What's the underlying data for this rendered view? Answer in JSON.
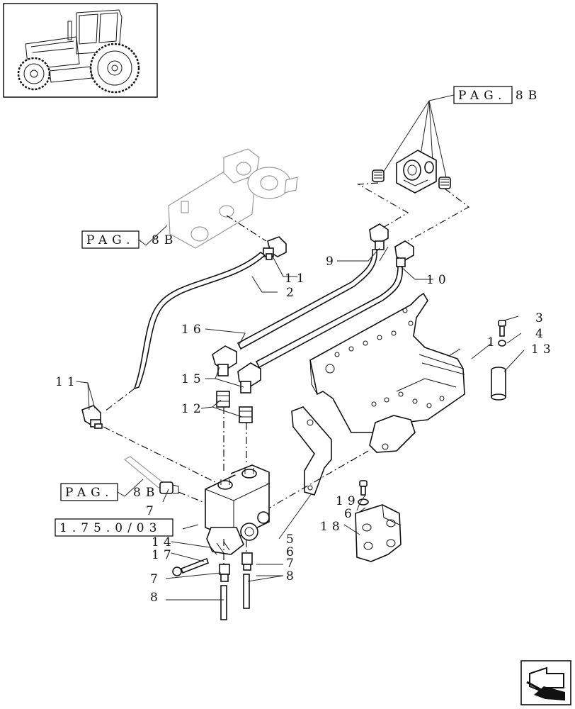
{
  "refs": {
    "pag_top": "PAG. 8B",
    "pag_left": "PAG.",
    "pag_left_suffix": "8B",
    "pag_lower": "PAG.",
    "pag_lower_suffix": "8B",
    "group_ref": "1.75.0/03"
  },
  "labels": {
    "p1": "1",
    "p2": "2",
    "p3": "3",
    "p4": "4",
    "p5": "5",
    "p6a": "6",
    "p6b": "6",
    "p7a": "7",
    "p7b": "7",
    "p7c": "7",
    "p8a": "8",
    "p8b": "8",
    "p9": "9",
    "p10": "10",
    "p11a": "11",
    "p11b": "11",
    "p12": "12",
    "p13": "13",
    "p14": "14",
    "p15": "15",
    "p16": "16",
    "p17": "17",
    "p18": "18",
    "p19": "19"
  },
  "icons": {
    "thumbnail": "tractor-thumbnail-icon",
    "nav": "next-page-arrow-icon"
  }
}
